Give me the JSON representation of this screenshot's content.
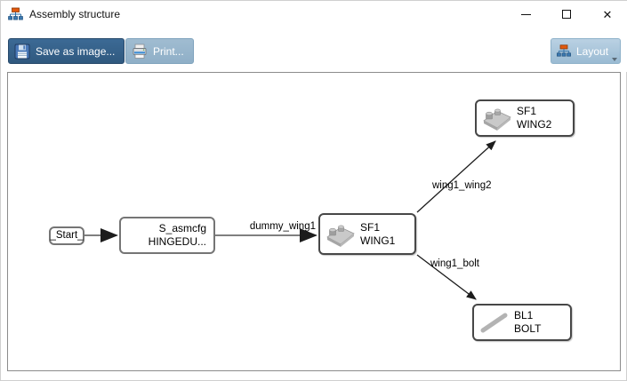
{
  "window": {
    "title": "Assembly structure",
    "controls": {
      "minimize": "minimize",
      "maximize": "maximize",
      "close": "✕"
    }
  },
  "toolbar": {
    "save_label": "Save as image...",
    "print_label": "Print...",
    "layout_label": "Layout"
  },
  "colors": {
    "save_button": "#30597f",
    "print_button": "#8fafc7",
    "layout_button": "#9abbd3",
    "canvas_border": "#8c8c8c",
    "edge_gray": "#7f7f7f",
    "edge_black": "#1c1c1c",
    "org_icon_orange": "#e2590e",
    "org_icon_blue": "#2e6da4"
  },
  "diagram": {
    "nodes": [
      {
        "id": "start",
        "label": "_Start_",
        "icon": "none"
      },
      {
        "id": "asmcfg",
        "line1": "S_asmcfg",
        "line2": "HINGEDU...",
        "icon": "none"
      },
      {
        "id": "wing1",
        "line1": "SF1",
        "line2": "WING1",
        "icon": "wing-part-icon"
      },
      {
        "id": "wing2",
        "line1": "SF1",
        "line2": "WING2",
        "icon": "wing-part-icon"
      },
      {
        "id": "bolt",
        "line1": "BL1",
        "line2": "BOLT",
        "icon": "bolt-part-icon"
      }
    ],
    "edges": [
      {
        "from": "start",
        "to": "asmcfg",
        "label": ""
      },
      {
        "from": "asmcfg",
        "to": "wing1",
        "label": "dummy_wing1"
      },
      {
        "from": "wing1",
        "to": "wing2",
        "label": "wing1_wing2"
      },
      {
        "from": "wing1",
        "to": "bolt",
        "label": "wing1_bolt"
      }
    ]
  }
}
